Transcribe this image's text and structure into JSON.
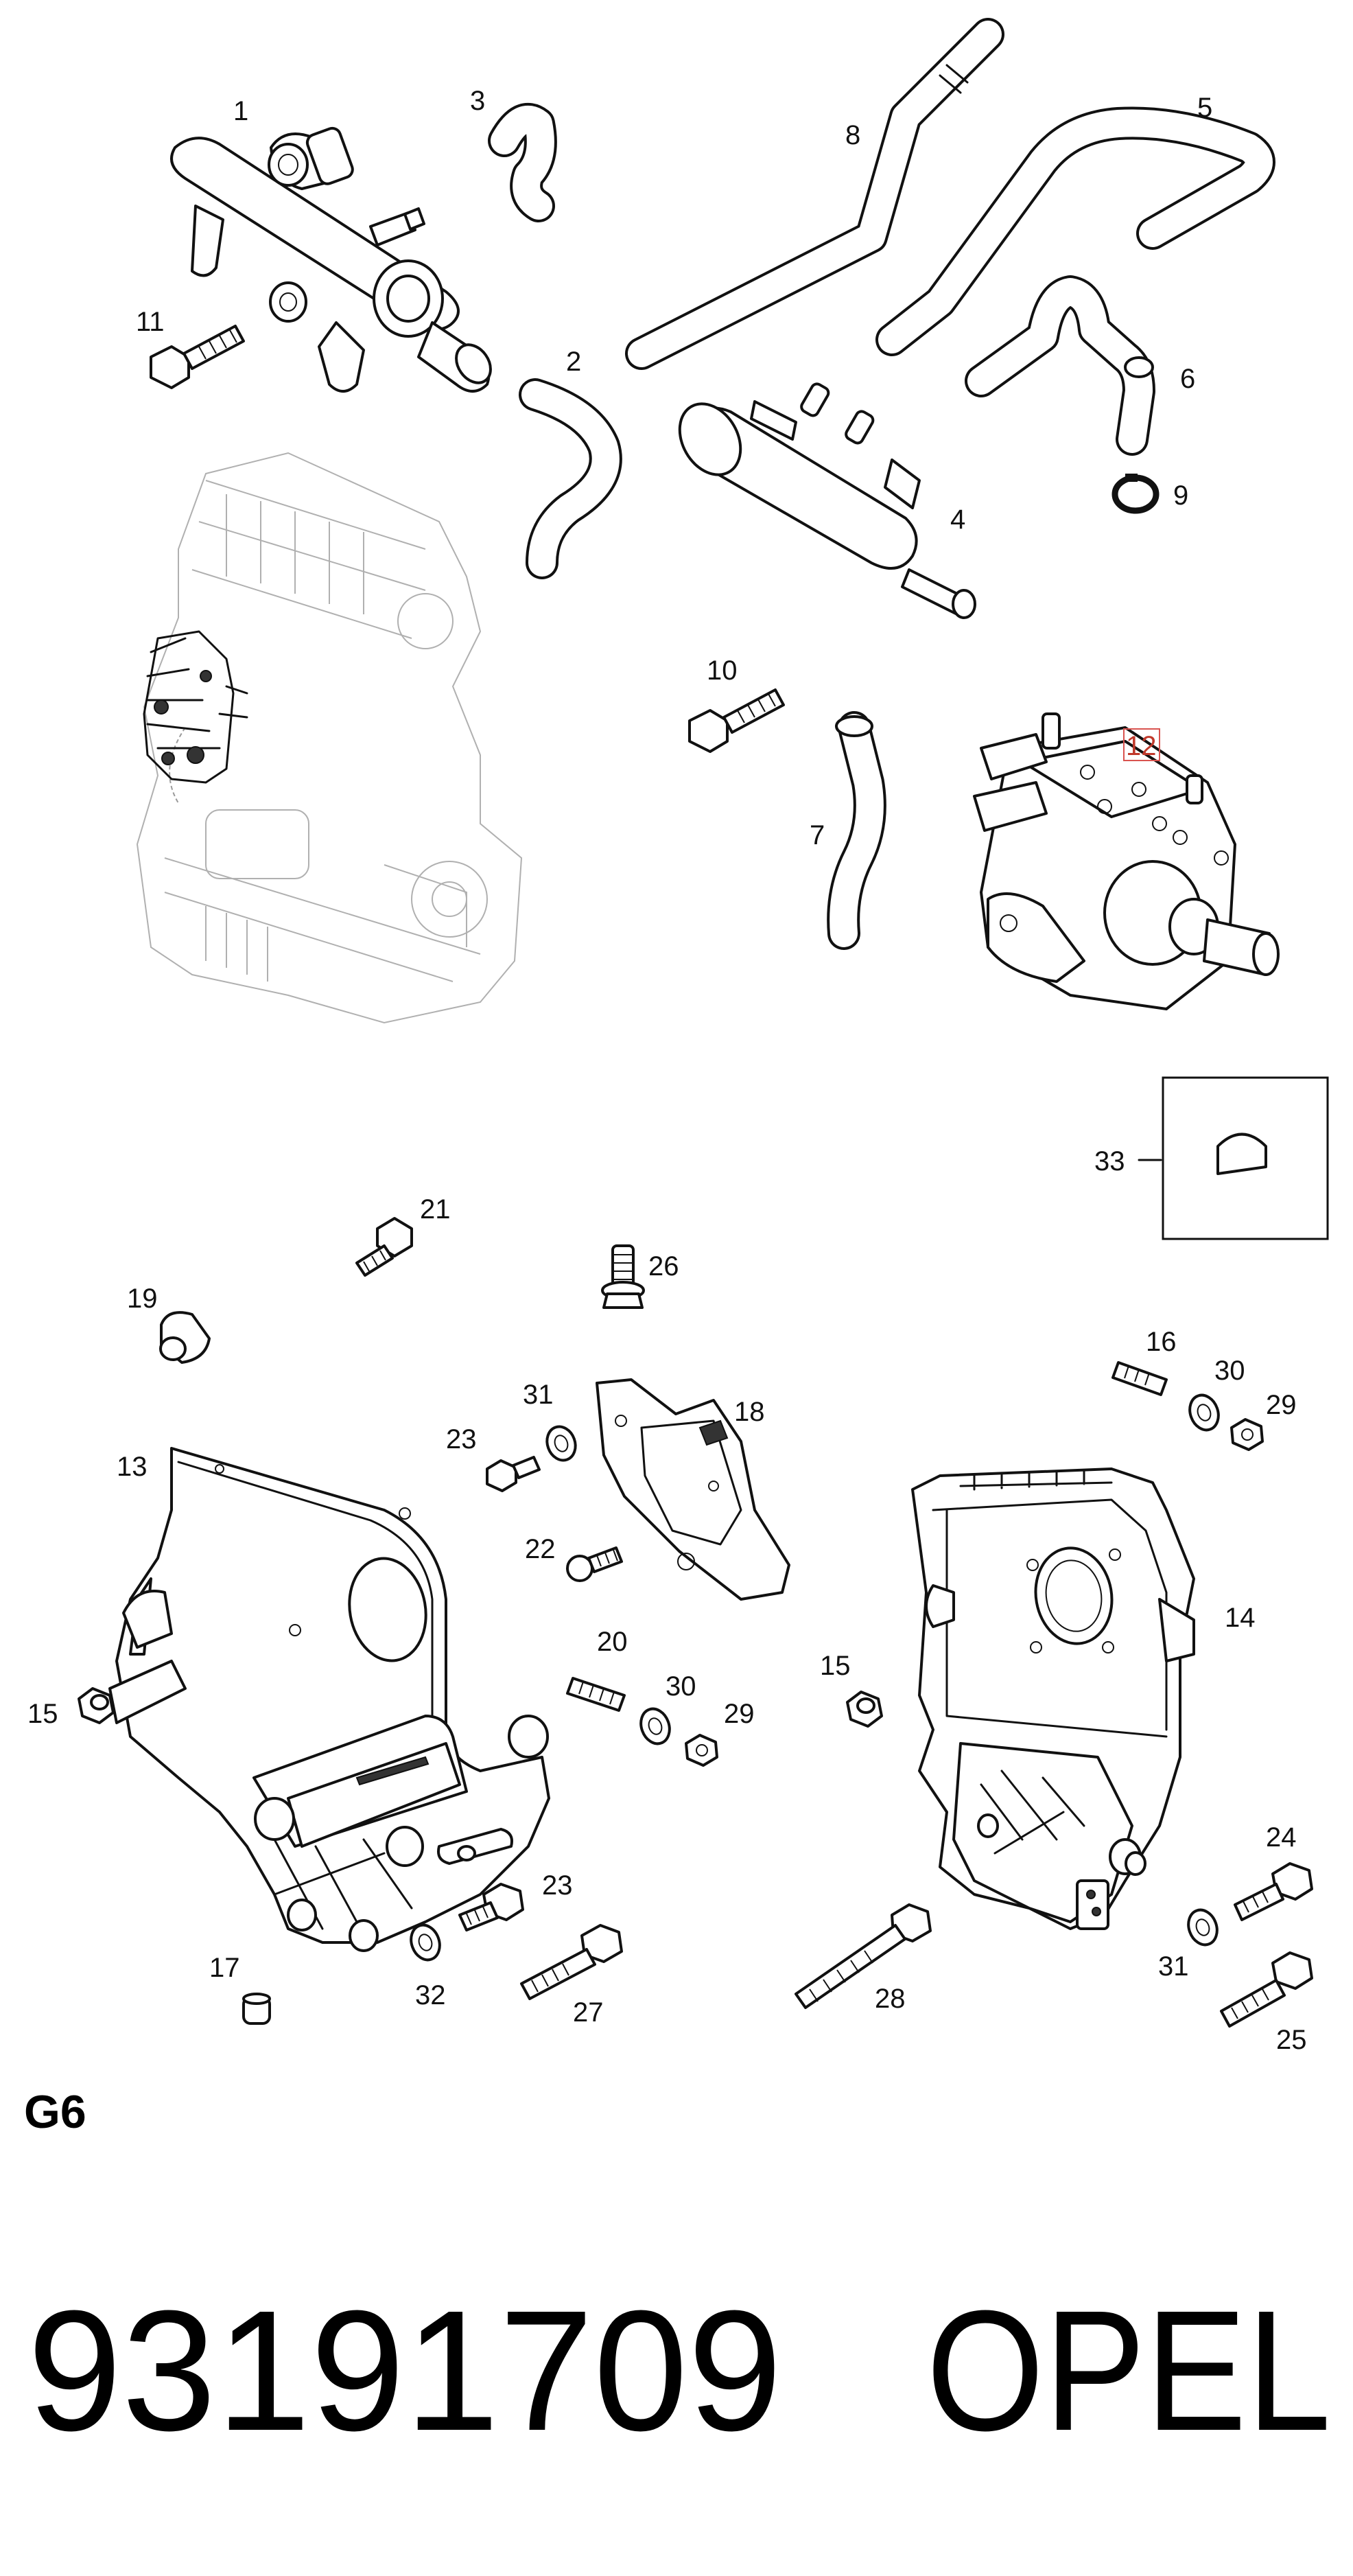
{
  "diagram": {
    "callouts": [
      {
        "id": "1",
        "label": "1"
      },
      {
        "id": "2",
        "label": "2"
      },
      {
        "id": "3",
        "label": "3"
      },
      {
        "id": "4",
        "label": "4"
      },
      {
        "id": "5",
        "label": "5"
      },
      {
        "id": "6",
        "label": "6"
      },
      {
        "id": "7",
        "label": "7"
      },
      {
        "id": "8",
        "label": "8"
      },
      {
        "id": "9",
        "label": "9"
      },
      {
        "id": "10",
        "label": "10"
      },
      {
        "id": "11",
        "label": "11"
      },
      {
        "id": "12",
        "label": "12",
        "highlighted": true
      },
      {
        "id": "13",
        "label": "13"
      },
      {
        "id": "14",
        "label": "14"
      },
      {
        "id": "15a",
        "label": "15"
      },
      {
        "id": "15b",
        "label": "15"
      },
      {
        "id": "16",
        "label": "16"
      },
      {
        "id": "17",
        "label": "17"
      },
      {
        "id": "18",
        "label": "18"
      },
      {
        "id": "19",
        "label": "19"
      },
      {
        "id": "20",
        "label": "20"
      },
      {
        "id": "21",
        "label": "21"
      },
      {
        "id": "22",
        "label": "22"
      },
      {
        "id": "23a",
        "label": "23"
      },
      {
        "id": "23b",
        "label": "23"
      },
      {
        "id": "24",
        "label": "24"
      },
      {
        "id": "25",
        "label": "25"
      },
      {
        "id": "26",
        "label": "26"
      },
      {
        "id": "27",
        "label": "27"
      },
      {
        "id": "28",
        "label": "28"
      },
      {
        "id": "29a",
        "label": "29"
      },
      {
        "id": "29b",
        "label": "29"
      },
      {
        "id": "30a",
        "label": "30"
      },
      {
        "id": "30b",
        "label": "30"
      },
      {
        "id": "31a",
        "label": "31"
      },
      {
        "id": "31b",
        "label": "31"
      },
      {
        "id": "32",
        "label": "32"
      },
      {
        "id": "33",
        "label": "33"
      }
    ],
    "section_label": "G6",
    "part_number": "93191709",
    "brand": "OPEL",
    "highlight_color": "#d9534f"
  }
}
